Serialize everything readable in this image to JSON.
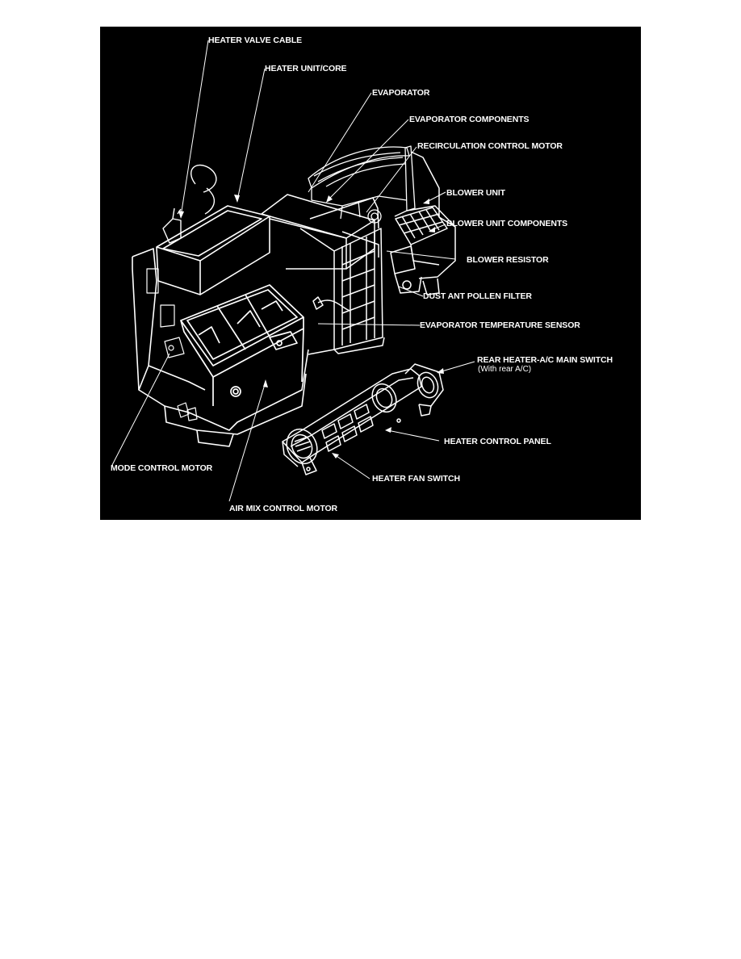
{
  "figure": {
    "background": "#000000",
    "line_color": "#ffffff",
    "subject": "Heater / A/C unit component locations",
    "labels": [
      {
        "id": "heater_valve_cable",
        "text": "HEATER VALVE CABLE"
      },
      {
        "id": "heater_unit_core",
        "text": "HEATER UNIT/CORE"
      },
      {
        "id": "evaporator",
        "text": "EVAPORATOR"
      },
      {
        "id": "evaporator_components",
        "text": "EVAPORATOR COMPONENTS"
      },
      {
        "id": "recirculation_control_motor",
        "text": "RECIRCULATION CONTROL MOTOR"
      },
      {
        "id": "blower_unit",
        "text": "BLOWER UNIT"
      },
      {
        "id": "blower_unit_components",
        "text": "BLOWER UNIT COMPONENTS"
      },
      {
        "id": "blower_resistor",
        "text": "BLOWER RESISTOR"
      },
      {
        "id": "dust_pollen_filter",
        "text": "DUST ANT POLLEN FILTER"
      },
      {
        "id": "evaporator_temperature_sensor",
        "text": "EVAPORATOR TEMPERATURE SENSOR"
      },
      {
        "id": "rear_heater_ac_main_switch",
        "text": "REAR HEATER-A/C MAIN SWITCH",
        "note": "(With rear A/C)"
      },
      {
        "id": "heater_control_panel",
        "text": "HEATER CONTROL PANEL"
      },
      {
        "id": "heater_fan_switch",
        "text": "HEATER FAN SWITCH"
      },
      {
        "id": "mode_control_motor",
        "text": "MODE CONTROL MOTOR"
      },
      {
        "id": "air_mix_control_motor",
        "text": "AIR MIX CONTROL MOTOR"
      }
    ]
  }
}
